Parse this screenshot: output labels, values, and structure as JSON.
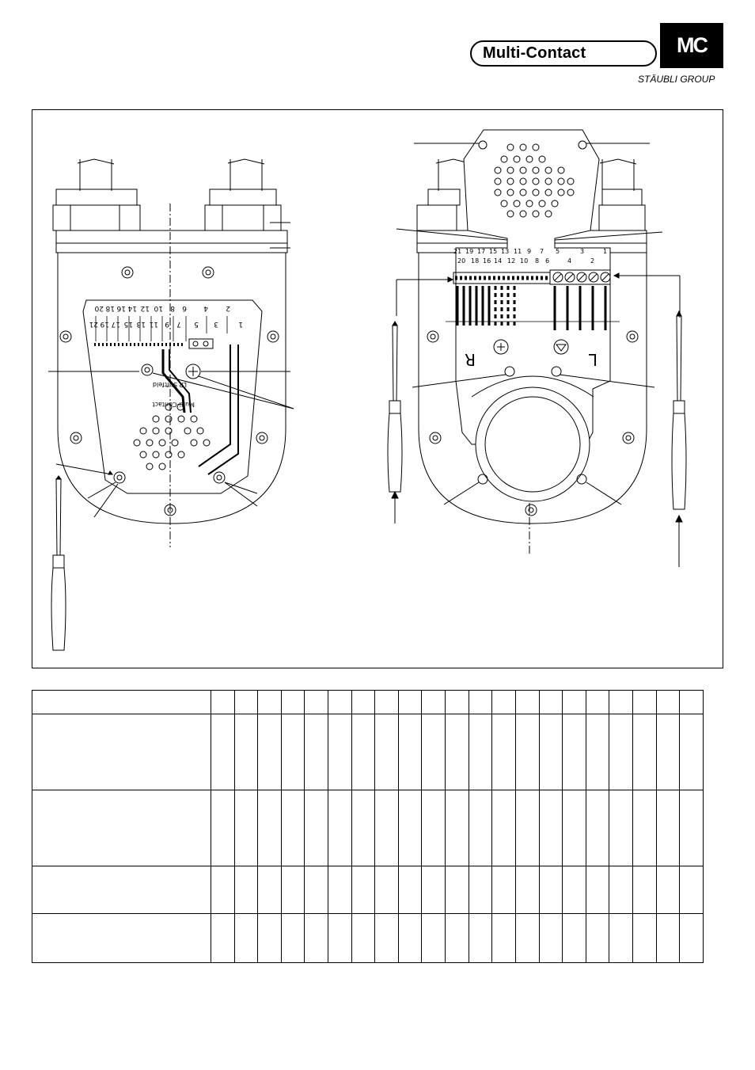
{
  "header": {
    "brand_name": "Multi-Contact",
    "brand_mark": "MC",
    "group_name": "STÄUBLI GROUP"
  },
  "left_view": {
    "pcb_upper_numbers": [
      "20",
      "18",
      "16",
      "14",
      "12",
      "10",
      "8",
      "6",
      "4",
      "2"
    ],
    "pcb_lower_numbers": [
      "21",
      "19",
      "17",
      "15",
      "13",
      "11",
      "9",
      "7",
      "5",
      "3",
      "1"
    ],
    "pcb_text_1": "LP Stiftfeld",
    "pcb_text_2": "Multi-Contact"
  },
  "right_view": {
    "terminal_upper_numbers": [
      "21",
      "19",
      "17",
      "15",
      "13",
      "11",
      "9",
      "7",
      "5",
      "3",
      "1"
    ],
    "terminal_lower_numbers": [
      "20",
      "18",
      "16",
      "14",
      "12",
      "10",
      "8",
      "6",
      "4",
      "2"
    ],
    "mark_right": "R",
    "mark_left": "L"
  },
  "table": {
    "rows": 5,
    "data_columns": 21
  }
}
